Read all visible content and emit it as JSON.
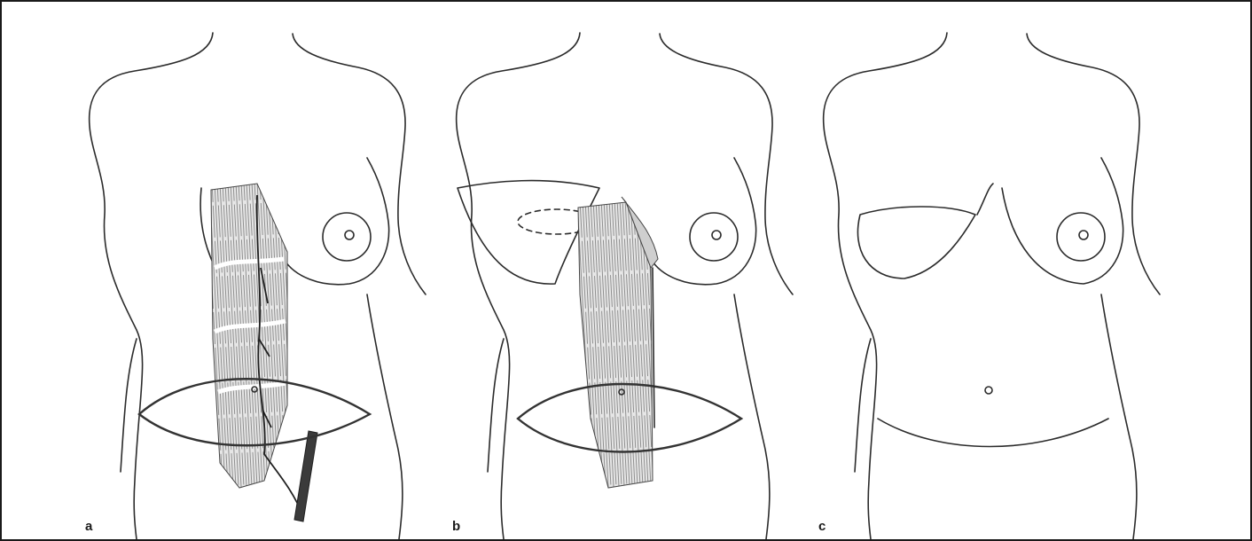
{
  "figure": {
    "panels": [
      {
        "label": "a",
        "content": "rectus-muscle-with-epigastric-vessels"
      },
      {
        "label": "b",
        "content": "flap-tunneled-to-breast"
      },
      {
        "label": "c",
        "content": "final-reconstruction"
      }
    ]
  },
  "colors": {
    "ink": "#2b2b2b",
    "muscle": "#e2e2e2",
    "background": "#ffffff"
  }
}
